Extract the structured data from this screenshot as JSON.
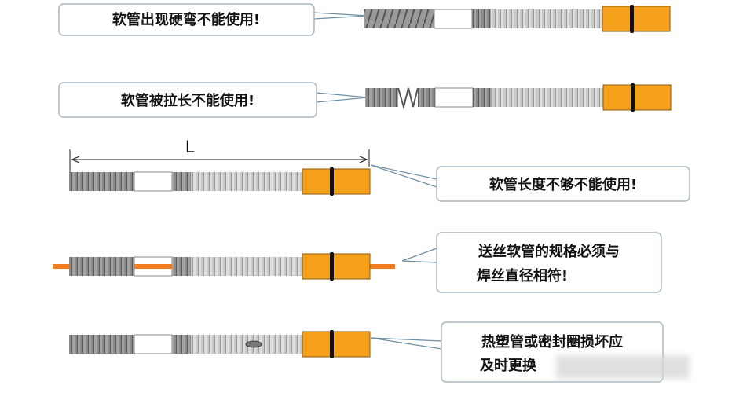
{
  "colors": {
    "hose_dark": "#7d7d7d",
    "hose_light": "#c4c4c4",
    "hose_white": "#ffffff",
    "connector": "#f5a01a",
    "wire": "#f07d1f",
    "callout_border": "#a9b8c2",
    "leader_line": "#6e8fa3"
  },
  "rows": [
    {
      "id": "bent",
      "callout_lines": [
        "软管出现硬弯不能使用!"
      ]
    },
    {
      "id": "stretched",
      "callout_lines": [
        "软管被拉长不能使用!"
      ]
    },
    {
      "id": "too-short",
      "callout_lines": [
        "软管长度不够不能使用!"
      ],
      "dimension_label": "L"
    },
    {
      "id": "wire-spec",
      "callout_lines": [
        "送丝软管的规格必须与",
        "焊丝直径相符!"
      ]
    },
    {
      "id": "seal-damage",
      "callout_lines": [
        "热塑管或密封圈损坏应",
        "及时更换"
      ]
    }
  ]
}
